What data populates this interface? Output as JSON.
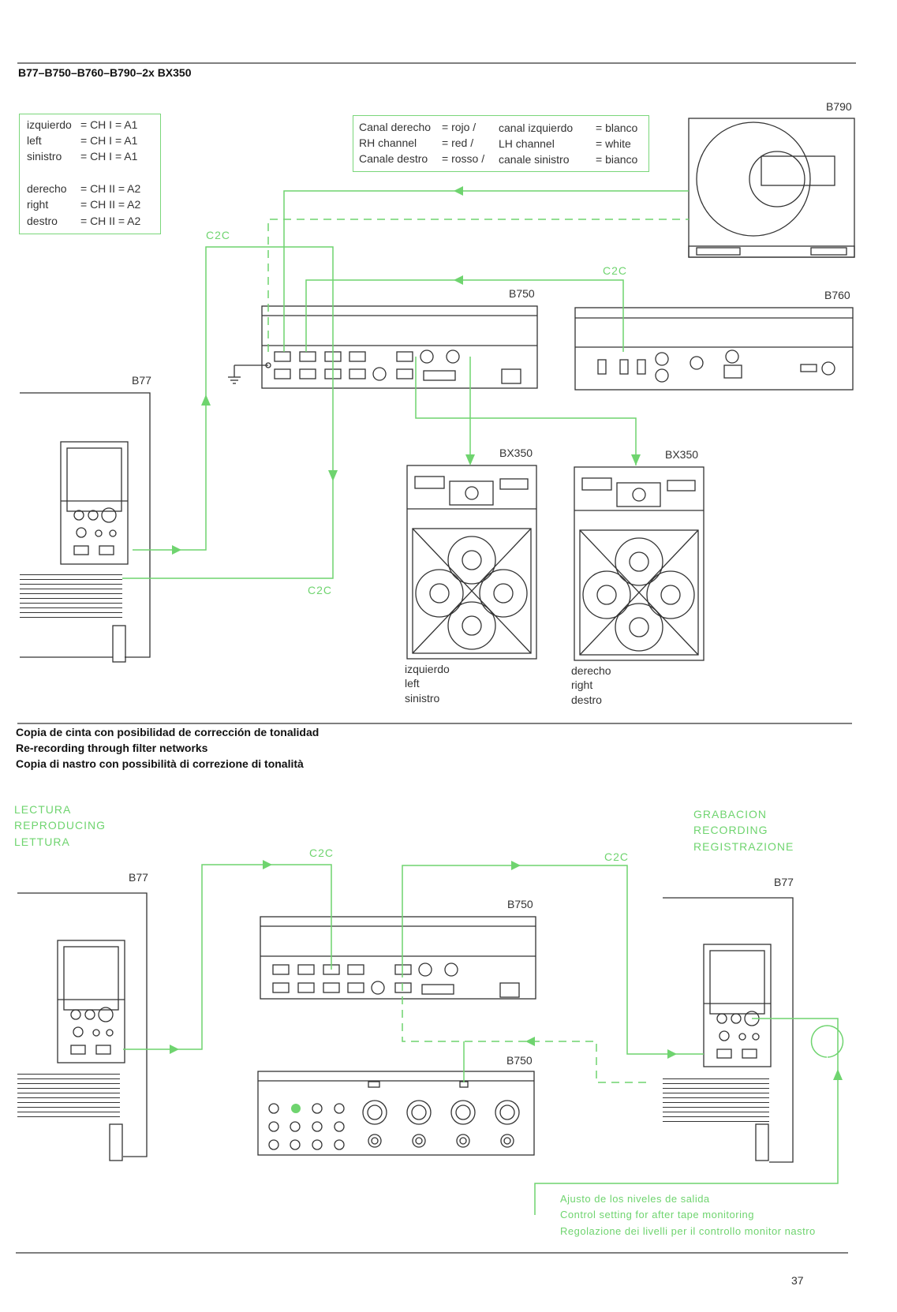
{
  "header": {
    "title": "B77–B750–B760–B790–2x BX350"
  },
  "legend_left": {
    "rows": [
      {
        "label": "izquierdo",
        "value": "= CH I = A1"
      },
      {
        "label": "left",
        "value": "= CH I = A1"
      },
      {
        "label": "sinistro",
        "value": "= CH I = A1"
      },
      {
        "label": "derecho",
        "value": "= CH II = A2"
      },
      {
        "label": "right",
        "value": "= CH II = A2"
      },
      {
        "label": "destro",
        "value": "= CH II = A2"
      }
    ]
  },
  "legend_right": {
    "rows": [
      {
        "a": "Canal derecho",
        "b": "= rojo /",
        "c": "canal izquierdo",
        "d": "= blanco"
      },
      {
        "a": "RH channel",
        "b": "= red  /",
        "c": "LH channel",
        "d": "= white"
      },
      {
        "a": "Canale destro",
        "b": "= rosso /",
        "c": "canale sinistro",
        "d": "= bianco"
      }
    ]
  },
  "devices": {
    "b790": "B790",
    "b750": "B750",
    "b760": "B760",
    "b77": "B77",
    "bx350": "BX350",
    "b750_lower": "B750",
    "b750_filter": "B750",
    "b77_left": "B77",
    "b77_right": "B77"
  },
  "cables": {
    "c2c": "C2C"
  },
  "speaker_left": [
    "izquierdo",
    "left",
    "sinistro"
  ],
  "speaker_right": [
    "derecho",
    "right",
    "destro"
  ],
  "section2": {
    "lines": [
      "Copia de cinta con posibilidad de corrección de tonalidad",
      "Re-recording through filter networks",
      "Copia di nastro con possibilità di correzione di tonalità"
    ]
  },
  "playback_label": [
    "LECTURA",
    "REPRODUCING",
    "LETTURA"
  ],
  "record_label": [
    "GRABACION",
    "RECORDING",
    "REGISTRAZIONE"
  ],
  "note": [
    "Ajusto de los niveles de salida",
    "Control setting for after tape monitoring",
    "Regolazione dei livelli per il controllo monitor nastro"
  ],
  "page_number": "37",
  "colors": {
    "accent": "#6fd46f",
    "line": "#333333"
  }
}
